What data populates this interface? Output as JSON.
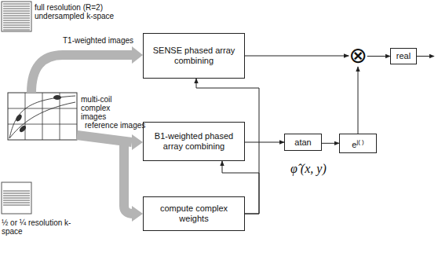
{
  "diagram": {
    "nodes": [
      {
        "text": [
          "SENSE phased array combining"
        ]
      },
      {
        "text": [
          "B1-weighted phased array combining"
        ]
      },
      {
        "text": [
          "compute complex weights"
        ]
      },
      {
        "text": [
          "atan"
        ]
      },
      {
        "text": [
          "e",
          "j( )"
        ]
      },
      {
        "text": [
          "⊗"
        ]
      },
      {
        "text": [
          "real"
        ]
      }
    ],
    "edges": [
      {
        "from": 0,
        "to": 5,
        "arrow": "to"
      },
      {
        "from": 5,
        "to": 6,
        "arrow": "to"
      },
      {
        "from": 1,
        "to": 3,
        "arrow": "to"
      },
      {
        "from": 3,
        "to": 4,
        "arrow": "to"
      },
      {
        "from": 4,
        "to": 5,
        "arrow": "to"
      },
      {
        "from": 2,
        "to": 0,
        "arrow": "to"
      },
      {
        "from": 2,
        "to": 1,
        "arrow": "to"
      }
    ],
    "labels": [
      "full resolution (R=2) undersampled k-space",
      "T1-weighted images",
      "multi-coil complex images",
      "reference images",
      "½ or ¼ resolution k-space",
      "φ̂ (x, y)"
    ]
  }
}
